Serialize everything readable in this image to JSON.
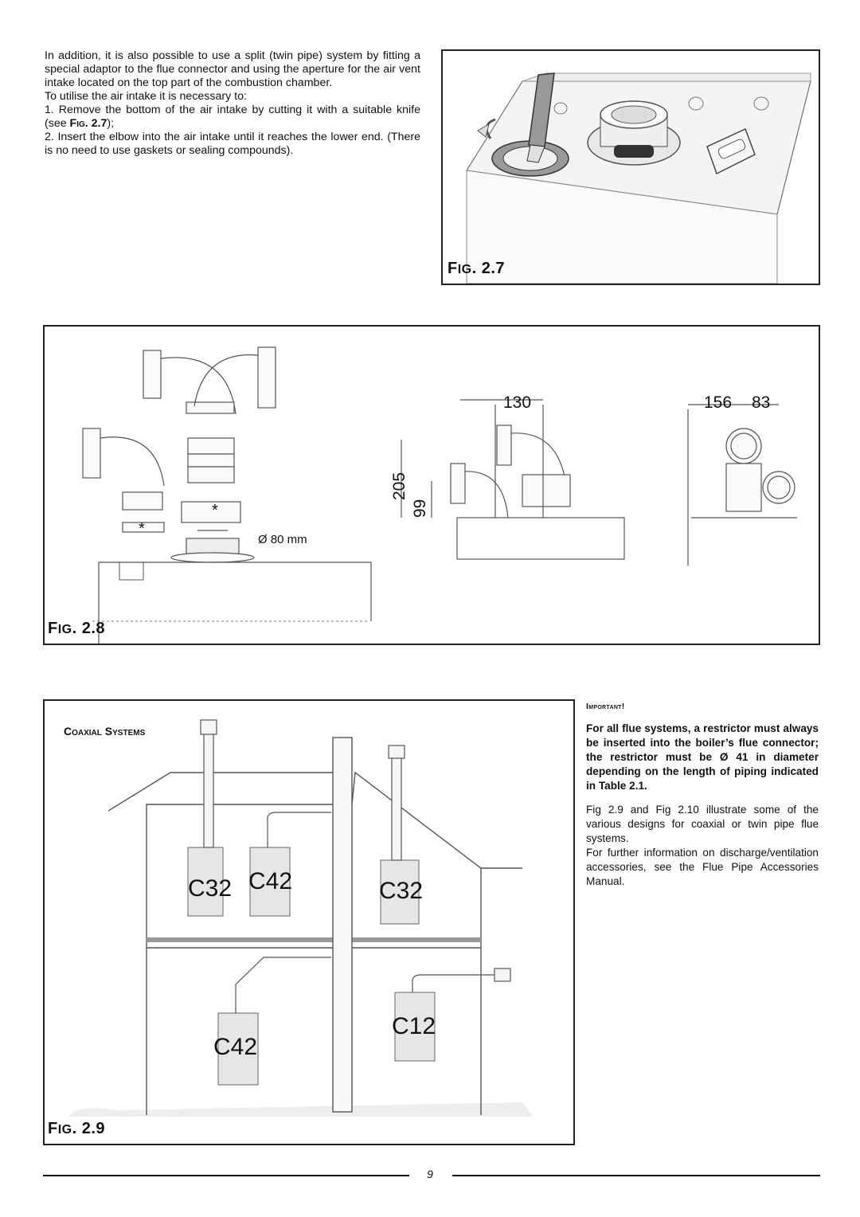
{
  "intro": {
    "p1": "In addition, it is also possible to use a split (twin pipe) system by fitting a special adaptor to the flue connector and using the aperture for the air vent intake located on the top part of the combustion chamber.",
    "p2": "To utilise the air intake it is necessary to:",
    "step1_text": "1. Remove the bottom of the air intake by cutting it with a suitable knife (see ",
    "step1_ref": "Fig. 2.7",
    "step1_end": ");",
    "step2": "2. Insert the elbow into the air intake until it reaches the lower end. (There is no need to use gaskets or sealing compounds)."
  },
  "fig27": {
    "label_prefix": "F",
    "label_small": "IG",
    "label_num": ". 2.7"
  },
  "fig28": {
    "label_prefix": "F",
    "label_small": "IG",
    "label_num": ". 2.8",
    "diameter": "Ø 80  mm",
    "dim_130": "130",
    "dim_205": "205",
    "dim_99": "99",
    "dim_156": "156",
    "dim_83": "83"
  },
  "fig29": {
    "label_prefix": "F",
    "label_small": "IG",
    "label_num": ". 2.9",
    "title": "Coaxial Systems",
    "c32_left": "C32",
    "c42_top": "C42",
    "c32_right": "C32",
    "c42_bottom": "C42",
    "c12": "C12"
  },
  "important": {
    "heading": "Important!",
    "bold_text": "For all flue systems, a restrictor must always be inserted into the boiler’s flue connector; the restrictor must be Ø 41 in diameter depending on the length of piping indicated in Table 2.1.",
    "para1": "Fig 2.9 and Fig 2.10 illustrate some of the various designs for coaxial or twin pipe flue systems.",
    "para2": "For further information on discharge/ventilation accessories, see the Flue Pipe Accessories Manual."
  },
  "page_number": "9"
}
